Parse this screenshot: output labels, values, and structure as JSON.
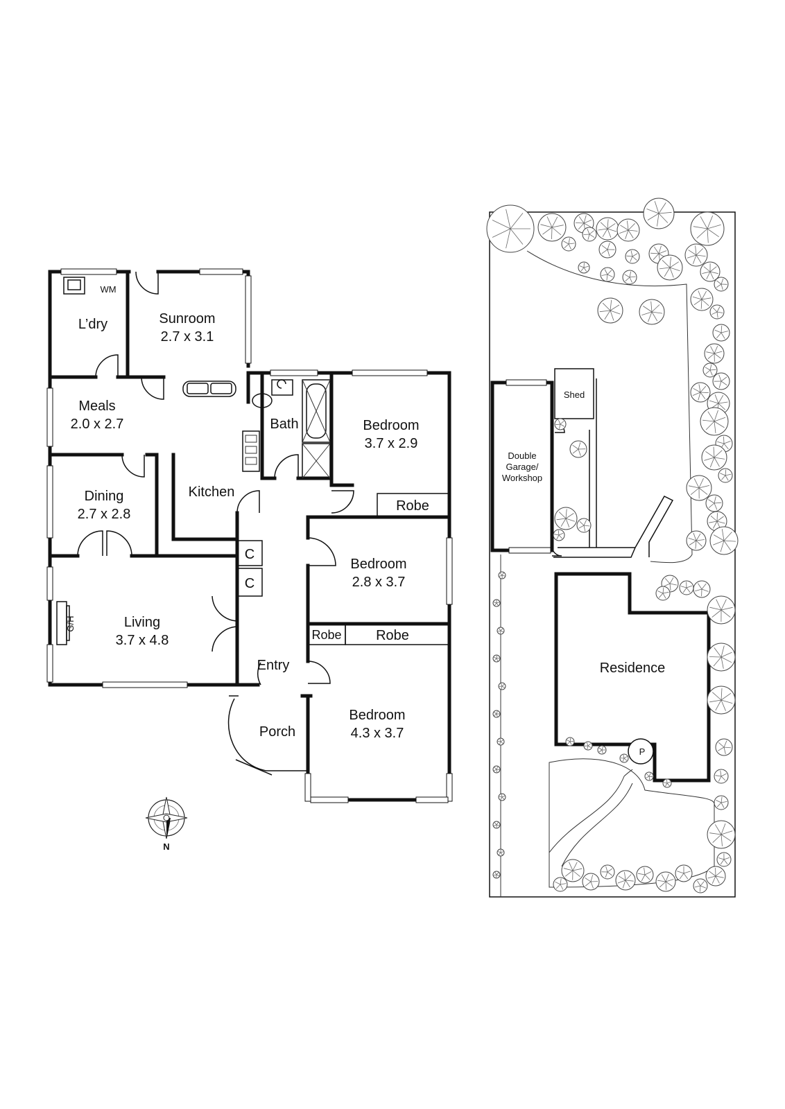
{
  "rooms": {
    "laundry": {
      "name": "L’dry"
    },
    "washing_machine": {
      "name": "WM"
    },
    "sunroom": {
      "name": "Sunroom",
      "dims": "2.7 x 3.1"
    },
    "meals": {
      "name": "Meals",
      "dims": "2.0 x 2.7"
    },
    "bath": {
      "name": "Bath"
    },
    "bedroom1": {
      "name": "Bedroom",
      "dims": "3.7 x 2.9"
    },
    "robe1": {
      "name": "Robe"
    },
    "dining": {
      "name": "Dining",
      "dims": "2.7 x 2.8"
    },
    "kitchen": {
      "name": "Kitchen"
    },
    "cupboard1": {
      "name": "C"
    },
    "cupboard2": {
      "name": "C"
    },
    "bedroom2": {
      "name": "Bedroom",
      "dims": "2.8 x 3.7"
    },
    "robe2": {
      "name": "Robe"
    },
    "robe3": {
      "name": "Robe"
    },
    "living": {
      "name": "Living",
      "dims": "3.7 x 4.8"
    },
    "gas_heater": {
      "name": "G/H"
    },
    "entry": {
      "name": "Entry"
    },
    "porch": {
      "name": "Porch"
    },
    "bedroom3": {
      "name": "Bedroom",
      "dims": "4.3 x 3.7"
    }
  },
  "site": {
    "shed": "Shed",
    "garage_line1": "Double",
    "garage_line2": "Garage/",
    "garage_line3": "Workshop",
    "residence": "Residence",
    "p_marker": "P"
  },
  "compass": {
    "north": "N"
  }
}
